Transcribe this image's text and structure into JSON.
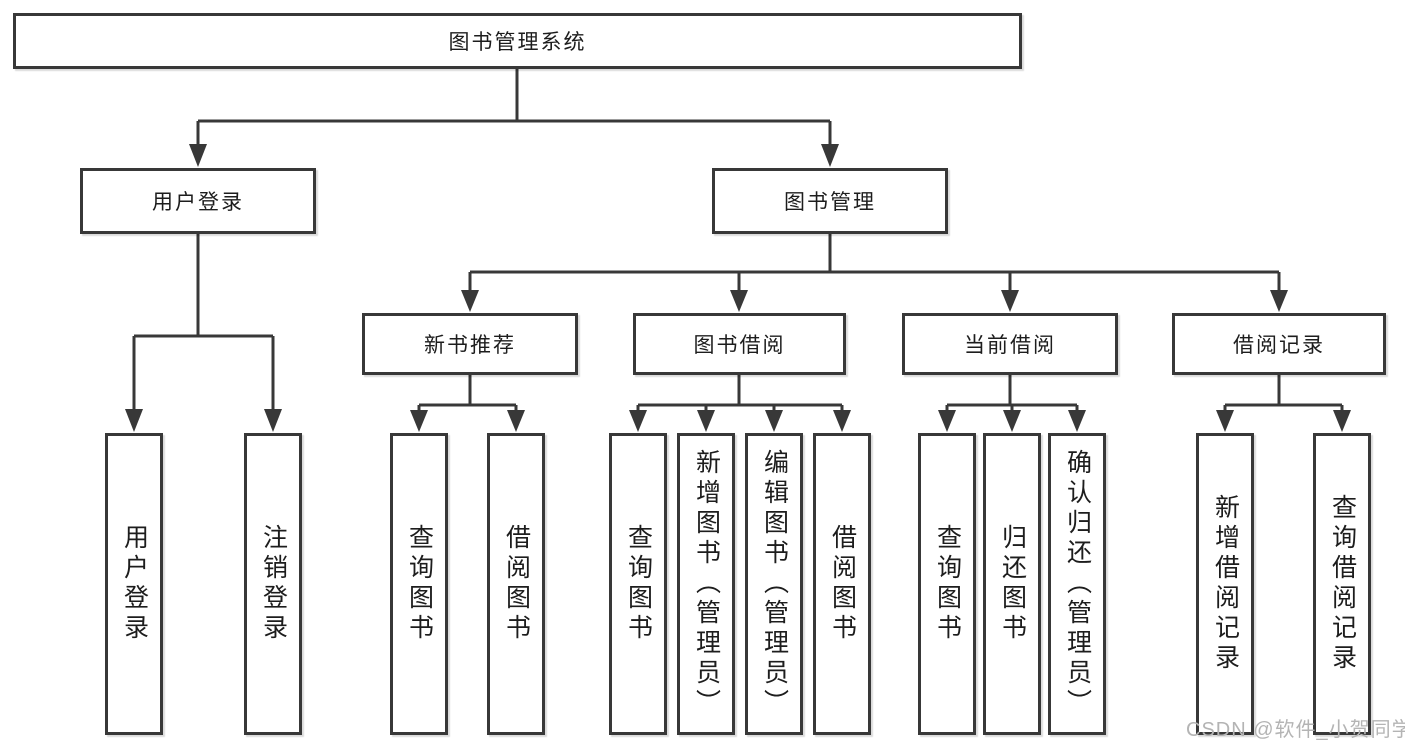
{
  "tree": {
    "label": "图书管理系统",
    "children": [
      {
        "label": "用户登录",
        "children": [
          {
            "label": "用户登录"
          },
          {
            "label": "注销登录"
          }
        ]
      },
      {
        "label": "图书管理",
        "children": [
          {
            "label": "新书推荐",
            "children": [
              {
                "label": "查询图书"
              },
              {
                "label": "借阅图书"
              }
            ]
          },
          {
            "label": "图书借阅",
            "children": [
              {
                "label": "查询图书"
              },
              {
                "label": "新增图书（管理员）"
              },
              {
                "label": "编辑图书（管理员）"
              },
              {
                "label": "借阅图书"
              }
            ]
          },
          {
            "label": "当前借阅",
            "children": [
              {
                "label": "查询图书"
              },
              {
                "label": "归还图书"
              },
              {
                "label": "确认归还（管理员）"
              }
            ]
          },
          {
            "label": "借阅记录",
            "children": [
              {
                "label": "新增借阅记录"
              },
              {
                "label": "查询借阅记录"
              }
            ]
          }
        ]
      }
    ]
  },
  "watermark": {
    "text": "CSDN @软件_小贺同学"
  },
  "colors": {
    "line": "#383838",
    "box_border": "#383838",
    "box_background": "#ffffff",
    "text": "#1d1d1d",
    "watermark": "#b4b4b4",
    "page_background": "#ffffff"
  }
}
